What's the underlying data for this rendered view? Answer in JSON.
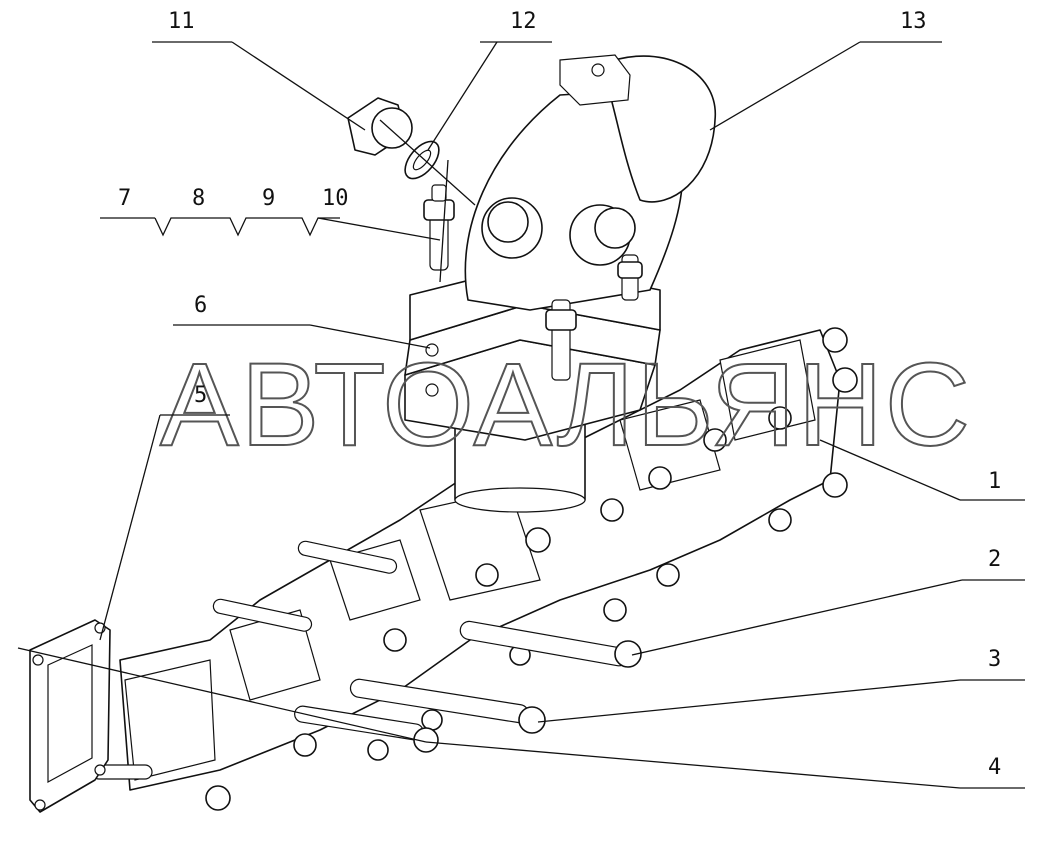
{
  "diagram": {
    "labels": {
      "l1": "1",
      "l2": "2",
      "l3": "3",
      "l4": "4",
      "l5": "5",
      "l6": "6",
      "l7": "7",
      "l8": "8",
      "l9": "9",
      "l10": "10",
      "l11": "11",
      "l12": "12",
      "l13": "13"
    },
    "watermark": "АВТОАЛЬЯНС"
  }
}
